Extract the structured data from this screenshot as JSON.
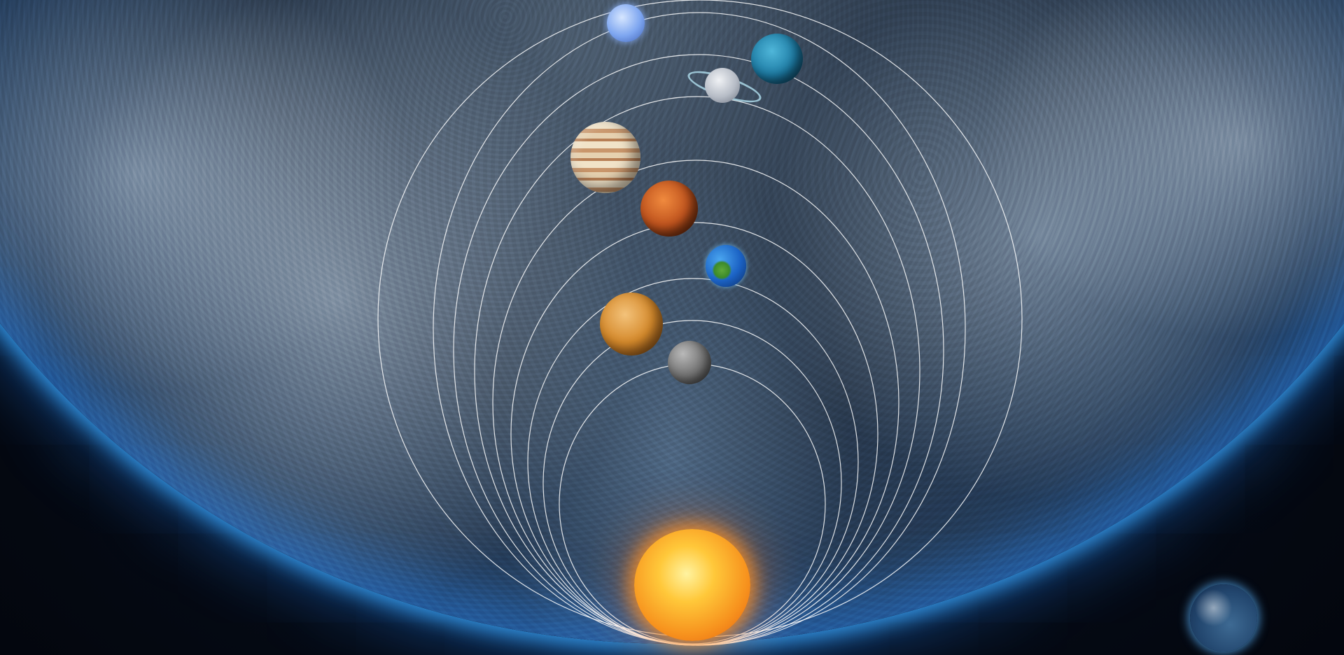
{
  "scene": {
    "bodies": [
      {
        "key": "sun",
        "name": "sun-icon"
      },
      {
        "key": "mercury",
        "name": "mercury-icon"
      },
      {
        "key": "venus",
        "name": "venus-icon"
      },
      {
        "key": "earth",
        "name": "earth-icon"
      },
      {
        "key": "mars",
        "name": "mars-icon"
      },
      {
        "key": "jupiter",
        "name": "jupiter-icon"
      },
      {
        "key": "saturn",
        "name": "saturn-icon"
      },
      {
        "key": "neptune",
        "name": "neptune-icon"
      },
      {
        "key": "uranus",
        "name": "uranus-icon"
      }
    ],
    "orbit_count": 9,
    "colors": {
      "orbit": "#ffffff",
      "atmosphere_glow": "#3caaff",
      "sun": "#f7931e"
    }
  }
}
